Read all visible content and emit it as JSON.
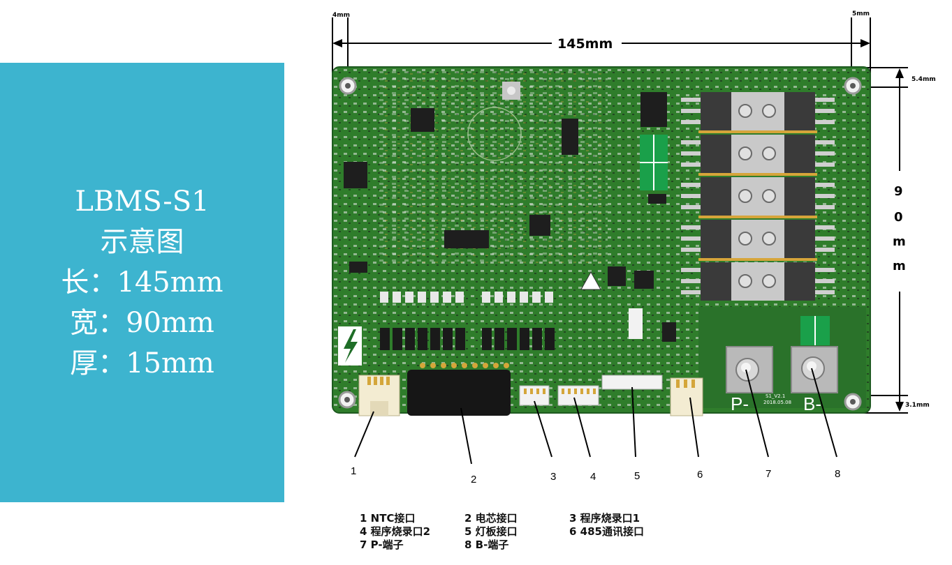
{
  "info_panel": {
    "lines": [
      "LBMS-S1",
      "示意图",
      "长：145mm",
      "宽：90mm",
      "厚：15mm"
    ]
  },
  "dimensions": {
    "left_margin": "4mm",
    "right_margin": "5mm",
    "length": "145mm",
    "width_chars": [
      "9",
      "0",
      "m",
      "m"
    ],
    "top_offset": "5.4mm",
    "bottom_offset": "3.1mm"
  },
  "board": {
    "terminal_p": "P-",
    "terminal_b": "B-",
    "version": "S1_V2.1",
    "date": "2018.05.08"
  },
  "callouts": [
    "1",
    "2",
    "3",
    "4",
    "5",
    "6",
    "7",
    "8"
  ],
  "legend": [
    [
      "1 NTC接口",
      "2 电芯接口",
      "3 程序烧录口1"
    ],
    [
      "4 程序烧录口2",
      "5 灯板接口",
      "6 485通讯接口"
    ],
    [
      "7 P-端子",
      "8 B-端子"
    ]
  ],
  "colors": {
    "panel": "#3db4cf",
    "pcb": "#2f7d2b",
    "pcb_dark": "#24632a",
    "mosfet": "#3a3a3a",
    "busbar": "#c9c9c9"
  }
}
